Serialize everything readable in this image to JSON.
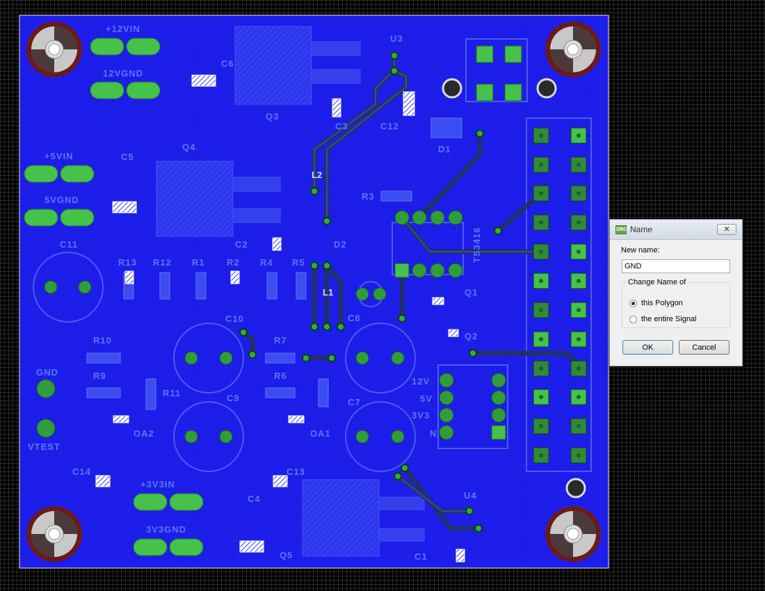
{
  "board": {
    "colors": {
      "background": "#000000",
      "copper_pour": "#1a1ae6",
      "top_trace": "#283470",
      "silkscreen": "#5a78f8",
      "pad_green": "#44c24a",
      "via_ring": "#2e8f3a"
    },
    "labels": {
      "12vin": "+12VIN",
      "12vgnd": "12VGND",
      "5vin": "+5VIN",
      "5vgnd": "5VGND",
      "3v3in": "+3V3IN",
      "3v3gnd": "3V3GND",
      "gnd": "GND",
      "vtest": "VTEST",
      "u3": "U3",
      "u4": "U4",
      "q1": "Q1",
      "q2": "Q2",
      "q3": "Q3",
      "q4": "Q4",
      "q5": "Q5",
      "c1": "C1",
      "c2": "C2",
      "c3": "C3",
      "c4": "C4",
      "c5": "C5",
      "c6": "C6",
      "c7": "C7",
      "c8": "C8",
      "c9": "C9",
      "c10": "C10",
      "c11": "C11",
      "c12": "C12",
      "c13": "C13",
      "c14": "C14",
      "d1": "D1",
      "d2": "D2",
      "l1": "L1",
      "l2": "L2",
      "r1": "R1",
      "r2": "R2",
      "r3": "R3",
      "r4": "R4",
      "r5": "R5",
      "r6": "R6",
      "r7": "R7",
      "r9": "R9",
      "r10": "R10",
      "r11": "R11",
      "r12": "R12",
      "r13": "R13",
      "oa1": "OA1",
      "oa2": "OA2",
      "ic": "TS3416",
      "sel_12v": "12V",
      "sel_5v": "5V",
      "sel_3v3": "3V3",
      "sel_n": "N"
    }
  },
  "dialog": {
    "title": "Name",
    "close_label": "✕",
    "icon_label": "DRC",
    "new_name_label": "New name:",
    "new_name_value": "GND",
    "group_label": "Change Name of",
    "options": [
      {
        "label": "this Polygon",
        "selected": true
      },
      {
        "label": "the entire Signal",
        "selected": false
      }
    ],
    "ok_label": "OK",
    "cancel_label": "Cancel"
  }
}
